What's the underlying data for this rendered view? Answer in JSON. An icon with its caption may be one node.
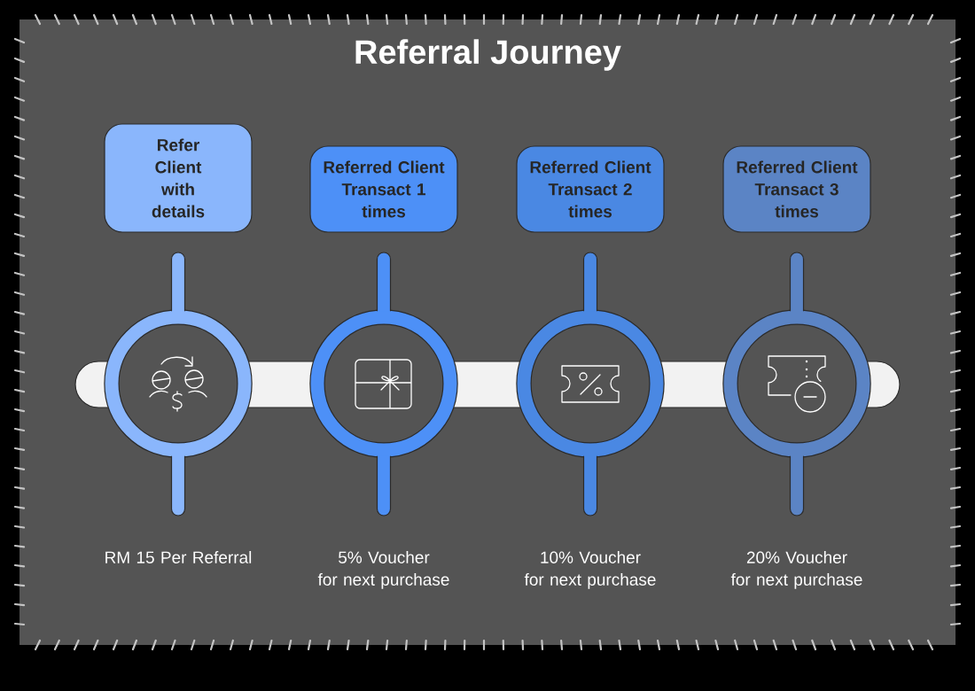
{
  "diagram": {
    "title": "Referral Journey",
    "nodes": [
      {
        "text": [
          "Refer Client with details"
        ]
      },
      {
        "text": [
          "Referred Client Transact 1 times"
        ]
      },
      {
        "text": [
          "Referred Client Transact 2 times"
        ]
      },
      {
        "text": [
          "Referred Client Transact 3 times"
        ]
      },
      {
        "text": [],
        "shape": "circle"
      },
      {
        "text": [],
        "shape": "circle"
      },
      {
        "text": [],
        "shape": "circle"
      },
      {
        "text": [],
        "shape": "circle"
      },
      {
        "text": [
          "RM 15 Per Referral"
        ]
      },
      {
        "text": [
          "5% Voucher for next purchase"
        ]
      },
      {
        "text": [
          "10% Voucher for next purchase"
        ]
      },
      {
        "text": [
          "20% Voucher for next purchase"
        ]
      }
    ],
    "edges": [
      {
        "from": 0,
        "to": 4,
        "arrow": "none",
        "style": "thick",
        "color": "#8ab6fc"
      },
      {
        "from": 4,
        "to": 8,
        "arrow": "none",
        "style": "thick",
        "color": "#8ab6fc"
      },
      {
        "from": 1,
        "to": 5,
        "arrow": "none",
        "style": "thick",
        "color": "#4d90f7"
      },
      {
        "from": 5,
        "to": 9,
        "arrow": "none",
        "style": "thick",
        "color": "#4d90f7"
      },
      {
        "from": 2,
        "to": 6,
        "arrow": "none",
        "style": "thick",
        "color": "#4a88e3"
      },
      {
        "from": 6,
        "to": 10,
        "arrow": "none",
        "style": "thick",
        "color": "#4a88e3"
      },
      {
        "from": 3,
        "to": 7,
        "arrow": "none",
        "style": "thick",
        "color": "#5b84c5"
      },
      {
        "from": 7,
        "to": 11,
        "arrow": "none",
        "style": "thick",
        "color": "#5b84c5"
      }
    ]
  }
}
